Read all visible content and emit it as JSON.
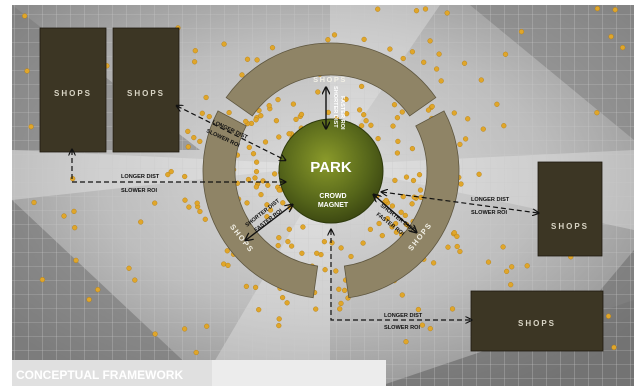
{
  "shops": {
    "shop_left_1": "SHOPS",
    "shop_left_2": "SHOPS",
    "shop_right_1": "SHOPS",
    "shop_right_2": "SHOPS"
  },
  "ring": {
    "top": "SHOPS",
    "left": "SHOPS",
    "right": "SHOPS"
  },
  "center": {
    "title": "PARK",
    "subtitle_line1": "CROWD",
    "subtitle_line2": "MAGNET"
  },
  "annotations": {
    "longer_dist": "LONGER DIST",
    "slower_roi": "SLOWER ROI",
    "shorter_dist": "SHORTER DIST",
    "faster_roi": "FASTER ROI"
  },
  "footer": {
    "title": "CONCEPTUAL FRAMEWORK"
  },
  "colors": {
    "shop_fill": "#3c3624",
    "ring_fill": "#8f8466",
    "park_fill": "#5a6a1e",
    "dot": "#e0a62a",
    "footer_bar": "#ececec"
  }
}
